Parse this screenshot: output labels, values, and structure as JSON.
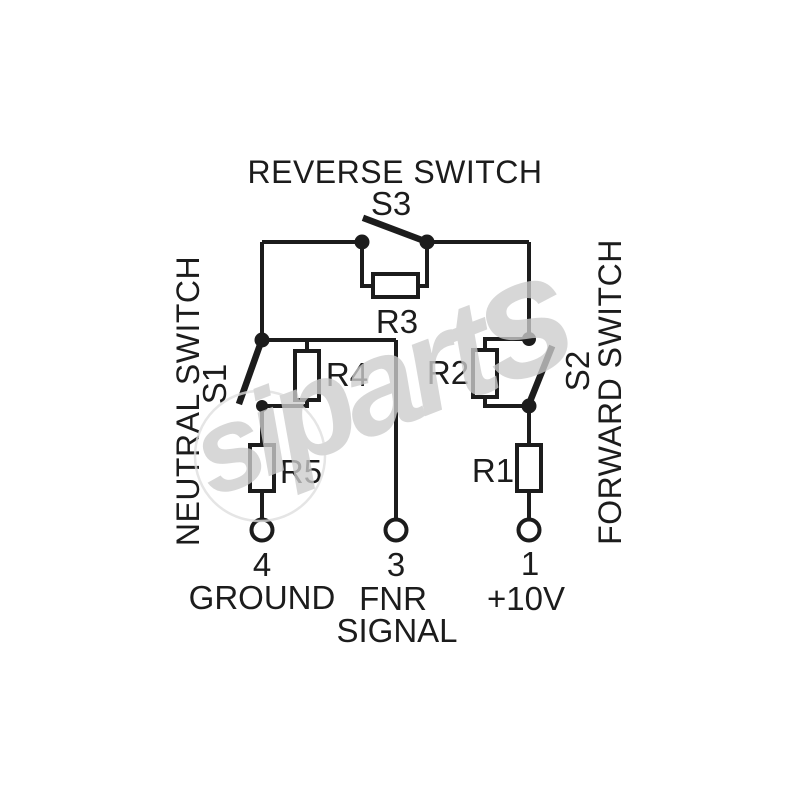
{
  "diagram": {
    "title": "REVERSE SWITCH",
    "left_switch_label": "NEUTRAL SWITCH",
    "right_switch_label": "FORWARD SWITCH",
    "switches": {
      "s1": "S1",
      "s2": "S2",
      "s3": "S3"
    },
    "resistors": {
      "r1": "R1",
      "r2": "R2",
      "r3": "R3",
      "r4": "R4",
      "r5": "R5"
    },
    "terminals": [
      {
        "pin": "4",
        "label": "GROUND"
      },
      {
        "pin": "3",
        "label": "FNR",
        "label2": "SIGNAL"
      },
      {
        "pin": "1",
        "label": "+10V"
      }
    ],
    "colors": {
      "line": "#1c1c1c",
      "background": "#ffffff",
      "watermark": "#cdcdcd"
    }
  },
  "watermark": {
    "part1": "si",
    "part2": "part",
    "part3": "s"
  }
}
